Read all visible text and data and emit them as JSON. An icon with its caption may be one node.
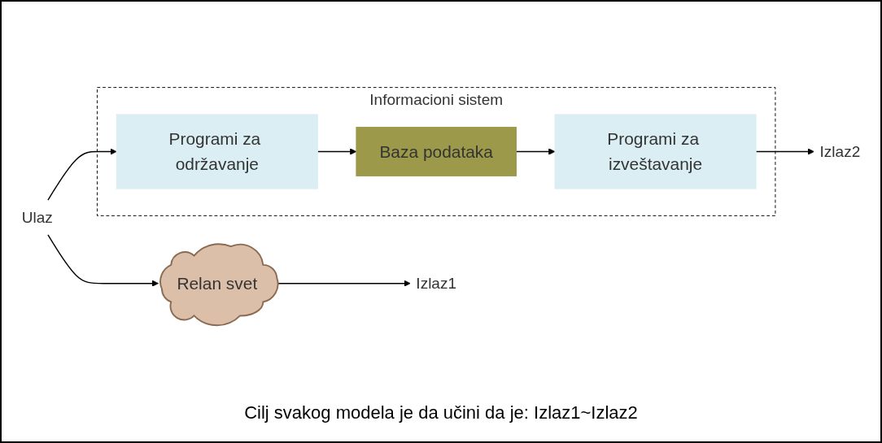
{
  "diagram": {
    "nodes": [
      {
        "text": [
          "Ulaz"
        ]
      },
      {
        "text": [
          "Relan svet"
        ]
      },
      {
        "text": [
          "Izlaz1"
        ]
      },
      {
        "text": [
          "Informacioni sistem"
        ]
      },
      {
        "text": [
          "Programi za održavanje"
        ],
        "in": 3
      },
      {
        "text": [
          "Baza podataka"
        ],
        "in": 3
      },
      {
        "text": [
          "Programi za izveštavanje"
        ],
        "in": 3
      },
      {
        "text": [
          "Izlaz2"
        ]
      }
    ],
    "edges": [
      {
        "from": 0,
        "to": 1,
        "arrow": "to"
      },
      {
        "from": 0,
        "to": 4,
        "arrow": "to"
      },
      {
        "from": 1,
        "to": 2,
        "arrow": "to"
      },
      {
        "from": 4,
        "to": 5,
        "arrow": "to"
      },
      {
        "from": 5,
        "to": 6,
        "arrow": "to"
      },
      {
        "from": 6,
        "to": 7,
        "arrow": "to"
      }
    ],
    "labels": [
      "Cilj svakog modela je da učini da je: Izlaz1~Izlaz2"
    ]
  }
}
